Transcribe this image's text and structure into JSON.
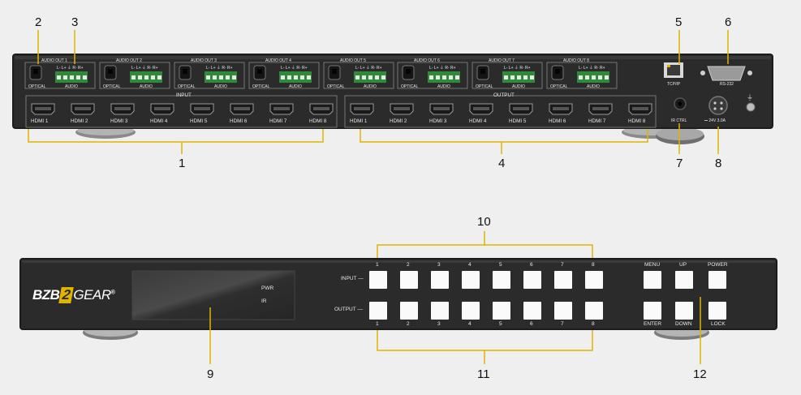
{
  "callouts": [
    "1",
    "2",
    "3",
    "4",
    "5",
    "6",
    "7",
    "8",
    "9",
    "10",
    "11",
    "12"
  ],
  "rear": {
    "audio_out_labels": [
      "AUDIO OUT 1",
      "AUDIO OUT 2",
      "AUDIO OUT 3",
      "AUDIO OUT 4",
      "AUDIO OUT 5",
      "AUDIO OUT 6",
      "AUDIO OUT 7",
      "AUDIO OUT 8"
    ],
    "optical_label": "OPTICAL",
    "audio_label": "AUDIO",
    "pin_label": "L- L+ ⏚ R- R+",
    "input_group_label": "INPUT",
    "output_group_label": "OUTPUT",
    "hdmi_labels": [
      "HDMI 1",
      "HDMI 2",
      "HDMI 3",
      "HDMI 4",
      "HDMI 5",
      "HDMI 6",
      "HDMI 7",
      "HDMI 8"
    ],
    "tcpip_label": "TCP/IP",
    "rs232_label": "RS-232",
    "ir_ctrl_label": "IR CTRL",
    "power_label": "⎓ 24V 3.0A"
  },
  "front": {
    "brand": "BZB",
    "brand_mark": "2",
    "brand_tail": "GEAR",
    "brand_reg": "®",
    "pwr_label": "PWR",
    "ir_label": "IR",
    "input_label": "INPUT —",
    "output_label": "OUTPUT —",
    "channel_numbers": [
      "1",
      "2",
      "3",
      "4",
      "5",
      "6",
      "7",
      "8"
    ],
    "menu_label": "MENU",
    "up_label": "UP",
    "power_label": "POWER",
    "enter_label": "ENTER",
    "down_label": "DOWN",
    "lock_label": "LOCK"
  },
  "colors": {
    "background": "#efefef",
    "chassis": "#2b2b2b",
    "chassis_edge": "#1c1c1c",
    "button": "#fafafa",
    "callout_line": "#e0b400",
    "terminal_green": "#2f8a3a",
    "label": "#e8e8e8"
  }
}
